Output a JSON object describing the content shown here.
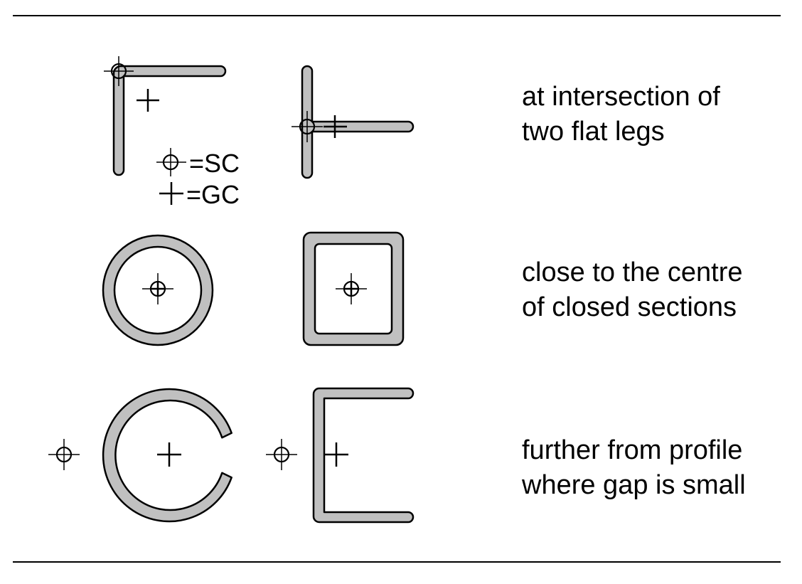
{
  "legend": {
    "sc_label": "=SC",
    "gc_label": "=GC"
  },
  "rows": [
    {
      "caption_line1": "at intersection of",
      "caption_line2": "two flat legs"
    },
    {
      "caption_line1": "close to the centre",
      "caption_line2": "of closed sections"
    },
    {
      "caption_line1": "further from profile",
      "caption_line2": "where gap is small"
    }
  ],
  "colors": {
    "profile_fill": "#c0c0c0",
    "stroke": "#000000",
    "background": "#ffffff"
  }
}
